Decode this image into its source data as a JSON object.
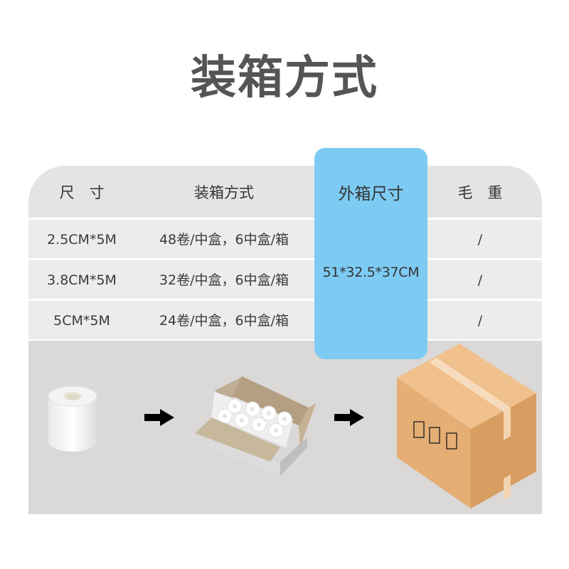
{
  "title": "装箱方式",
  "table": {
    "headers": {
      "size": "尺　寸",
      "packing": "装箱方式",
      "outer_box": "外箱尺寸",
      "gross_weight": "毛　重"
    },
    "rows": [
      {
        "size": "2.5CM*5M",
        "packing": "48卷/中盒，6中盒/箱",
        "gross_weight": "/"
      },
      {
        "size": "3.8CM*5M",
        "packing": "32卷/中盒，6中盒/箱",
        "gross_weight": "/"
      },
      {
        "size": "5CM*5M",
        "packing": "24卷/中盒，6中盒/箱",
        "gross_weight": "/"
      }
    ],
    "outer_box_value": "51*32.5*37CM"
  },
  "process": {
    "steps": [
      "tape-roll-image",
      "arrow-right-icon",
      "open-box-with-rolls-image",
      "arrow-right-icon",
      "sealed-carton-image"
    ]
  },
  "colors": {
    "highlight": "#7dcbf3",
    "header_bg": "#e4e4e4",
    "row_bg": "#ececec",
    "photo_bg": "#dbd8d8",
    "title": "#555555"
  }
}
